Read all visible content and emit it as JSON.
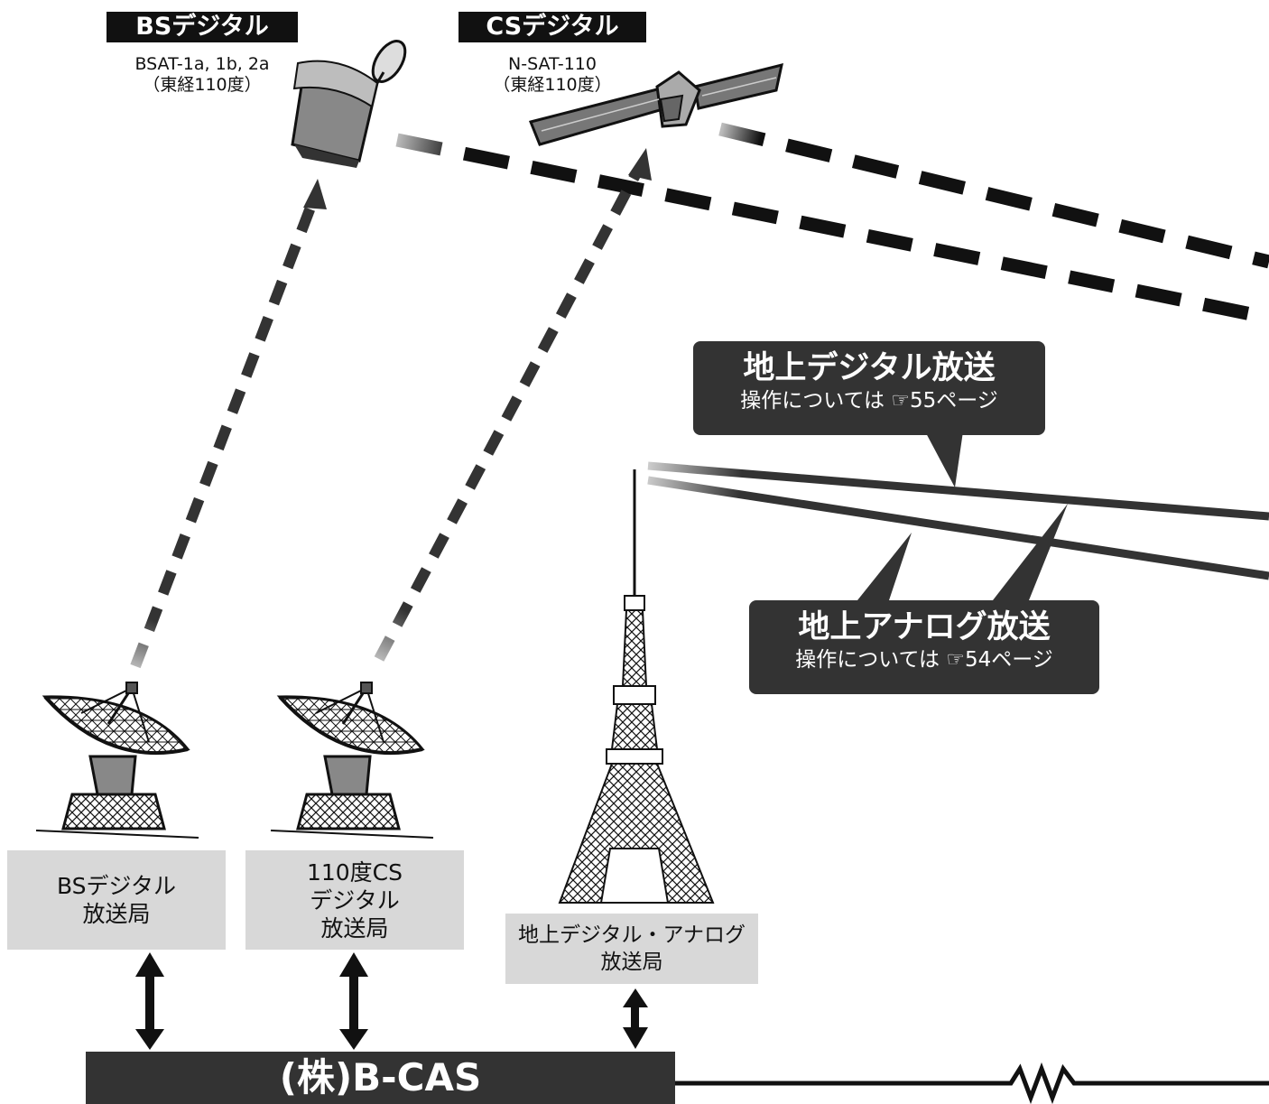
{
  "satellites": {
    "bs": {
      "tag": "BSデジタル",
      "name": "BSAT-1a, 1b, 2a",
      "position": "（東経110度）"
    },
    "cs": {
      "tag": "CSデジタル",
      "name": "N-SAT-110",
      "position": "（東経110度）"
    }
  },
  "callouts": {
    "digital": {
      "title": "地上デジタル放送",
      "sub": "操作については ☞55ページ"
    },
    "analog": {
      "title": "地上アナログ放送",
      "sub": "操作については ☞54ページ"
    }
  },
  "stations": {
    "bs": [
      "BSデジタル",
      "放送局"
    ],
    "cs": [
      "110度CS",
      "デジタル",
      "放送局"
    ],
    "terrestrial": [
      "地上デジタル・アナログ",
      "放送局"
    ]
  },
  "bcas": {
    "label": "(株)B-CAS"
  },
  "colors": {
    "dark": "#333333",
    "black": "#111111",
    "station_bg": "#d8d8d8"
  }
}
